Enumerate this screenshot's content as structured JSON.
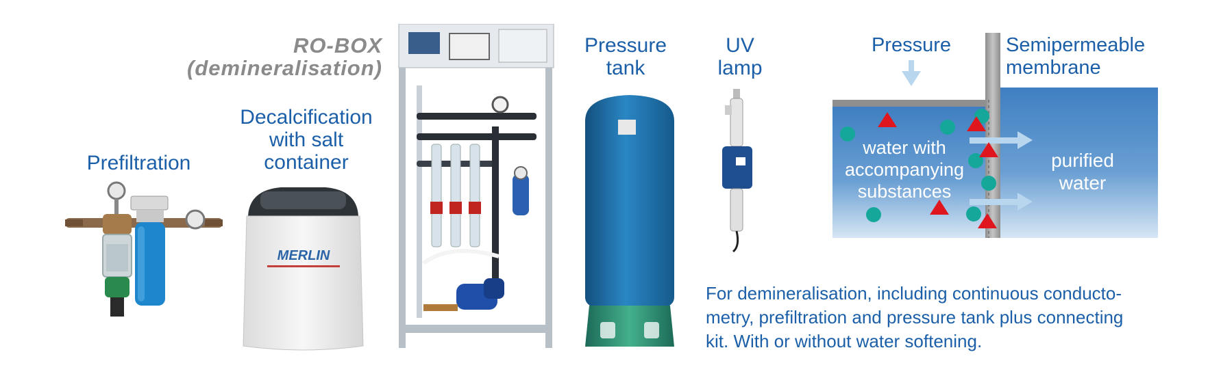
{
  "labels": {
    "prefiltration": "Prefiltration",
    "decalcification": "Decalcification\nwith salt\ncontainer",
    "ro_box": "RO-BOX\n(demineralisation)",
    "pressure_tank": "Pressure\ntank",
    "uv_lamp": "UV\nlamp"
  },
  "softener_brand": "MERLIN",
  "membrane_diagram": {
    "pressure_label": "Pressure",
    "membrane_label": "Semipermeable\nmembrane",
    "inside_label": "water with\naccompanying\nsubstances",
    "outside_label": "purified\nwater"
  },
  "description": "For demineralisation, including continuous conducto-\nmetry, prefiltration and pressure tank plus connecting\nkit. With or without water softening.",
  "colors": {
    "label_blue": "#1b5fa8",
    "water_blue": "#3f7fc1",
    "particle_teal": "#15a89a",
    "particle_red": "#e0161f",
    "tank_blue": "#1f6fad",
    "ro_title_gray": "#8a8a8a"
  }
}
